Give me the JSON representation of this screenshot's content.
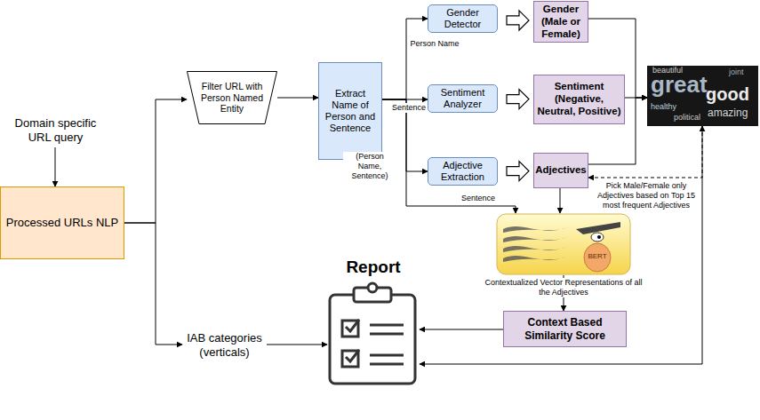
{
  "diagram": {
    "title": "Report",
    "nodes": [
      {
        "text": [
          "Domain specific URL query"
        ]
      },
      {
        "text": [
          "Processed URLs NLP"
        ]
      },
      {
        "text": [
          "Filter URL with Person Named Entity"
        ]
      },
      {
        "text": [
          "Extract Name of Person and Sentence"
        ]
      },
      {
        "text": [
          "Gender Detector"
        ]
      },
      {
        "text": [
          "Sentiment Analyzer"
        ]
      },
      {
        "text": [
          "Adjective Extraction"
        ]
      },
      {
        "text": [
          "Gender (Male or Female)"
        ]
      },
      {
        "text": [
          "Sentiment (Negative, Neutral, Positive)"
        ]
      },
      {
        "text": [
          "Adjectives"
        ]
      },
      {
        "text": [
          "beautiful",
          "great",
          "joint",
          "good",
          "healthy",
          "amazing",
          "political"
        ]
      },
      {
        "text": [
          "BERT"
        ]
      },
      {
        "text": [
          "Context Based Similarity Score"
        ]
      },
      {
        "text": [
          "IAB categories (verticals)"
        ]
      },
      {
        "text": []
      }
    ],
    "edges": [
      {
        "from": 0,
        "to": 1,
        "arrow": "to"
      },
      {
        "from": 1,
        "to": 2,
        "arrow": "to"
      },
      {
        "from": 1,
        "to": 13,
        "arrow": "to"
      },
      {
        "from": 2,
        "to": 3,
        "arrow": "to"
      },
      {
        "from": 3,
        "to": 4,
        "label": "Person Name",
        "arrow": "to"
      },
      {
        "from": 3,
        "to": 5,
        "label": "Sentence",
        "arrow": "to"
      },
      {
        "from": 3,
        "to": 6,
        "arrow": "to"
      },
      {
        "from": 3,
        "to": 11,
        "label": "Sentence",
        "arrow": "to"
      },
      {
        "from": 4,
        "to": 7,
        "arrow": "to"
      },
      {
        "from": 5,
        "to": 8,
        "arrow": "to"
      },
      {
        "from": 6,
        "to": 9,
        "arrow": "to"
      },
      {
        "from": 7,
        "to": 10,
        "arrow": "to"
      },
      {
        "from": 8,
        "to": 10,
        "arrow": "to"
      },
      {
        "from": 9,
        "to": 10,
        "arrow": "to"
      },
      {
        "from": 10,
        "to": 9,
        "label": "Pick Male/Female only Adjectives based on Top 15 most frequent Adjectives",
        "arrow": "both"
      },
      {
        "from": 9,
        "to": 11,
        "arrow": "to"
      },
      {
        "from": 11,
        "to": 12,
        "arrow": "to"
      },
      {
        "from": 12,
        "to": 14,
        "arrow": "to"
      },
      {
        "from": 13,
        "to": 14,
        "arrow": "to"
      },
      {
        "from": 10,
        "to": 14,
        "arrow": "to"
      }
    ],
    "labels": [
      "(Person Name, Sentence)",
      "Contextualized Vector Representations of all the Adjectives"
    ]
  }
}
